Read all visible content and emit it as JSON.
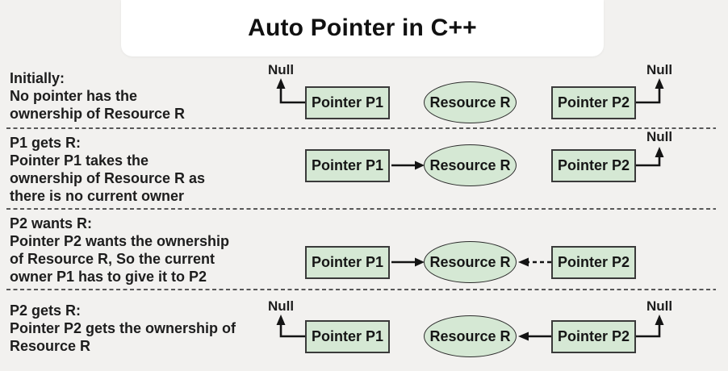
{
  "title": "Auto Pointer in C++",
  "labels": {
    "null": "Null",
    "pointer_p1": "Pointer P1",
    "pointer_p2": "Pointer P2",
    "resource": "Resource R"
  },
  "colors": {
    "background": "#f2f1ef",
    "card": "#ffffff",
    "node_fill": "#d5e8d4",
    "node_border": "#3a3a3a",
    "line": "#141414",
    "divider": "#585858",
    "text": "#1d1d1d"
  },
  "rows": [
    {
      "heading": "Initially:",
      "lines": [
        "No pointer has the",
        "ownership of Resource R"
      ],
      "edges": [
        {
          "from": "Pointer P1",
          "to": "Null",
          "style": "elbow-solid"
        },
        {
          "from": "Pointer P2",
          "to": "Null",
          "style": "elbow-solid"
        }
      ]
    },
    {
      "heading": "P1 gets R:",
      "lines": [
        "Pointer P1 takes the",
        "ownership of Resource R as",
        "there is no current owner"
      ],
      "edges": [
        {
          "from": "Pointer P1",
          "to": "Resource R",
          "style": "solid"
        },
        {
          "from": "Pointer P2",
          "to": "Null",
          "style": "elbow-solid"
        }
      ]
    },
    {
      "heading": "P2 wants R:",
      "lines": [
        "Pointer P2 wants the ownership",
        "of Resource R, So the current",
        "owner P1 has to give it to P2"
      ],
      "edges": [
        {
          "from": "Pointer P1",
          "to": "Resource R",
          "style": "solid"
        },
        {
          "from": "Pointer P2",
          "to": "Resource R",
          "style": "dashed"
        }
      ]
    },
    {
      "heading": "P2 gets R:",
      "lines": [
        "Pointer P2 gets the ownership of",
        "Resource R"
      ],
      "edges": [
        {
          "from": "Pointer P1",
          "to": "Null",
          "style": "elbow-solid"
        },
        {
          "from": "Pointer P2",
          "to": "Resource R",
          "style": "solid"
        },
        {
          "from": "Pointer P2",
          "to": "Null",
          "style": "elbow-solid"
        }
      ]
    }
  ]
}
